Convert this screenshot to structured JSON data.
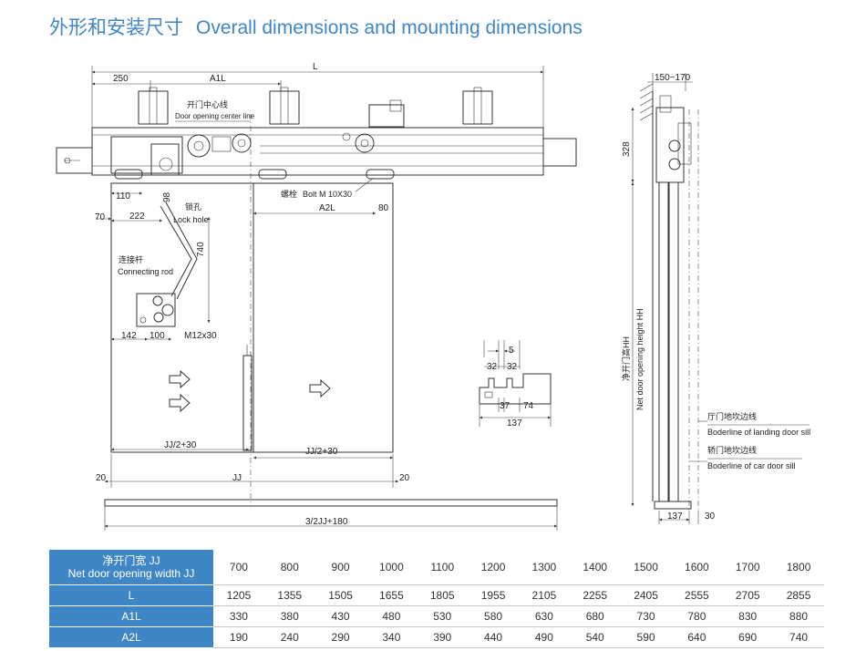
{
  "title": {
    "cn": "外形和安装尺寸",
    "en": "Overall dimensions and mounting dimensions"
  },
  "front": {
    "L": "L",
    "d250": "250",
    "A1L": "A1L",
    "center_cn": "开门中心线",
    "center_en": "Door opening center line",
    "d110": "110",
    "d98": "98",
    "d70": "70",
    "d222": "222",
    "lock_cn": "锁孔",
    "lock_en": "Lock hole",
    "bolt_cn": "螺栓",
    "bolt_en": "Bolt M 10X30",
    "A2L": "A2L",
    "d80": "80",
    "rod_cn": "连接杆",
    "rod_en": "Connecting rod",
    "d740": "740",
    "d142": "142",
    "d100": "100",
    "m12": "M12x30",
    "jj2_left": "JJ/2+30",
    "jj2_right": "JJ/2+30",
    "d20_left": "20",
    "JJ": "JJ",
    "d20_right": "20",
    "total": "3/2JJ+180"
  },
  "sill": {
    "d5": "5",
    "d32a": "32",
    "d32b": "32",
    "d37": "37",
    "d74": "74",
    "d137": "137"
  },
  "side": {
    "d150_170": "150~170",
    "d328": "328",
    "hh_cn": "净开门高HH",
    "hh_en": "Net door opening height HH",
    "landing_cn": "厅门地坎边线",
    "landing_en": "Boderline of landing door sill",
    "car_cn": "轿门地坎边线",
    "car_en": "Boderline of car door sill",
    "d137": "137",
    "d30": "30"
  },
  "table": {
    "header_cn": "净开门宽 JJ",
    "header_en": "Net door opening width JJ",
    "jj": [
      "700",
      "800",
      "900",
      "1000",
      "1100",
      "1200",
      "1300",
      "1400",
      "1500",
      "1600",
      "1700",
      "1800"
    ],
    "rows": [
      {
        "label": "L",
        "values": [
          "1205",
          "1355",
          "1505",
          "1655",
          "1805",
          "1955",
          "2105",
          "2255",
          "2405",
          "2555",
          "2705",
          "2855"
        ]
      },
      {
        "label": "A1L",
        "values": [
          "330",
          "380",
          "430",
          "480",
          "530",
          "580",
          "630",
          "680",
          "730",
          "780",
          "830",
          "880"
        ]
      },
      {
        "label": "A2L",
        "values": [
          "190",
          "240",
          "290",
          "340",
          "390",
          "440",
          "490",
          "540",
          "590",
          "640",
          "690",
          "740"
        ]
      }
    ]
  }
}
